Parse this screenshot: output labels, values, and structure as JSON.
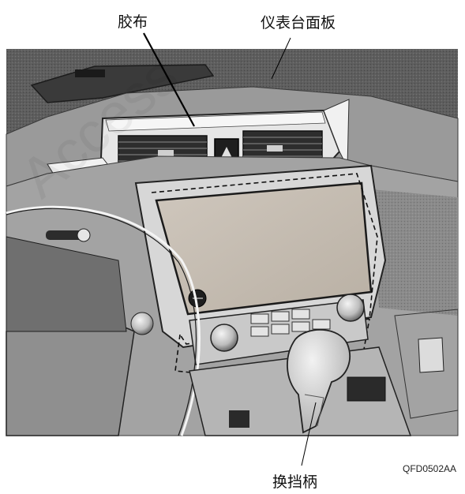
{
  "labels": {
    "tape": "胶布",
    "dashboard_panel": "仪表台面板",
    "shift_lever": "换挡柄"
  },
  "figure_code": "QFD0502AA",
  "watermark": "Access"
}
